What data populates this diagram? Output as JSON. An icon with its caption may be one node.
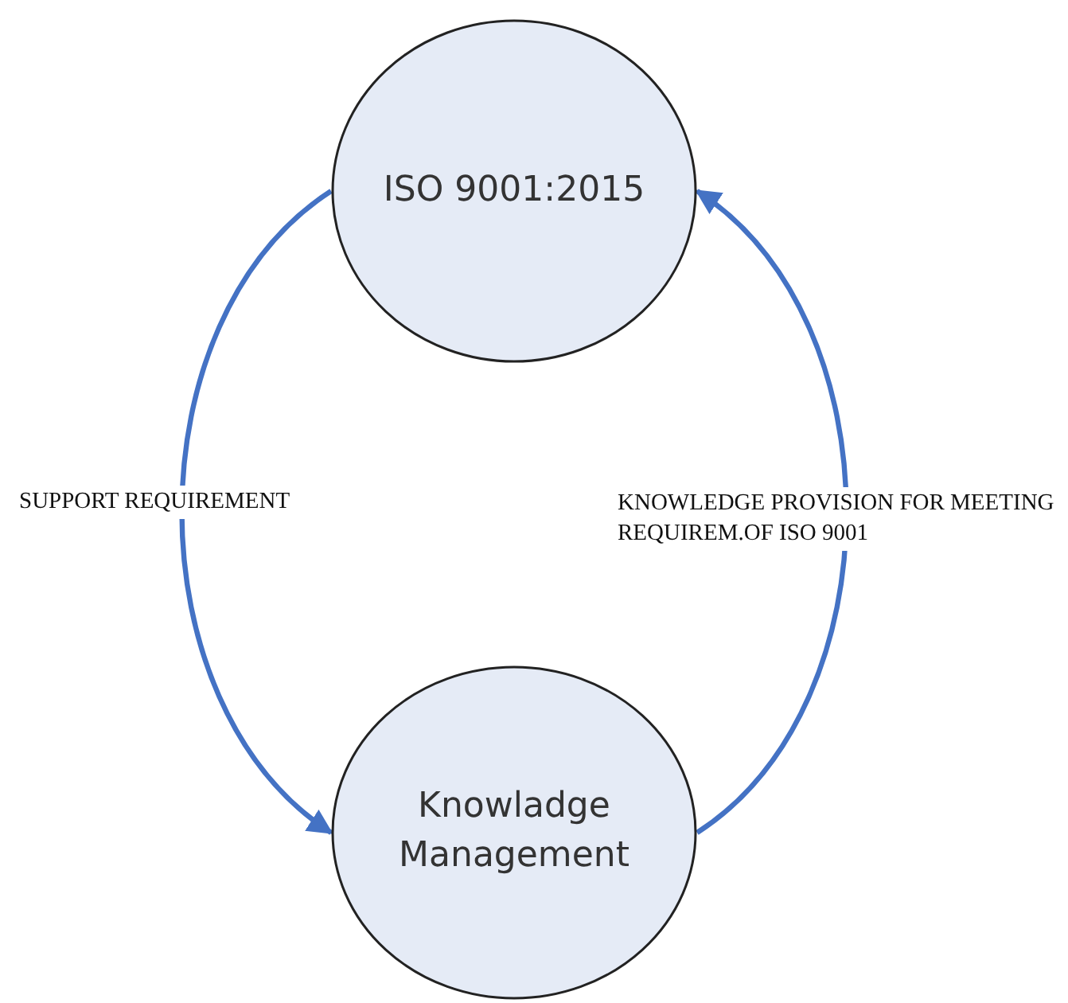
{
  "diagram": {
    "nodes": [
      {
        "text": [
          "ISO 9001:2015"
        ]
      },
      {
        "text": [
          "Knowladge Management"
        ]
      }
    ],
    "edges": [
      {
        "from": 0,
        "to": 1,
        "arrow": "to",
        "label": "SUPPORT REQUIREMENT"
      },
      {
        "from": 1,
        "to": 0,
        "arrow": "to",
        "label": "KNOWLEDGE PROVISION FOR MEETING REQUIREM.OF ISO 9001"
      }
    ]
  }
}
